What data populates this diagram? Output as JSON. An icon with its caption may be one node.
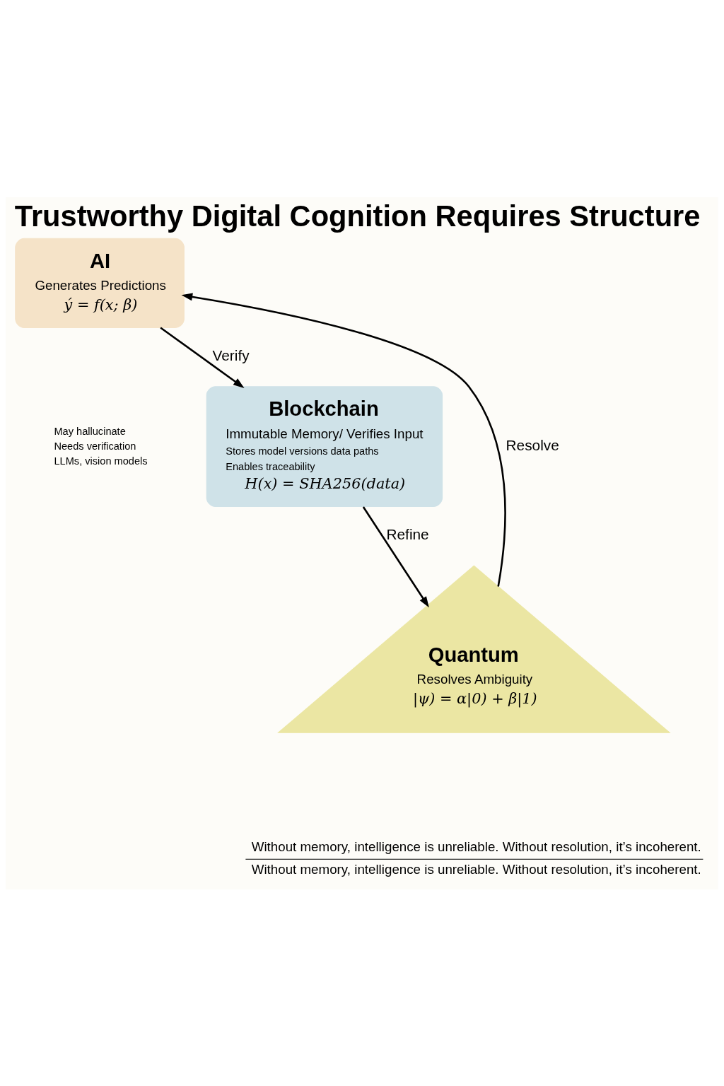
{
  "diagram": {
    "title": "Trustworthy Digital Cognition Requires Structure",
    "nodes": [
      {
        "text": [
          "AI",
          "Generates Predictions",
          "ý = f(x; β)"
        ],
        "beside": [
          "May hallucinate",
          "Needs verification",
          "LLMs, vision models"
        ]
      },
      {
        "text": [
          "Blockchain",
          "Immutable Memory/ Verifies Input",
          "Stores model versions data paths",
          "Enables traceability",
          "H(x) = SHA256(data)"
        ]
      },
      {
        "text": [
          "Quantum",
          "Resolves Ambiguity",
          "|ψ) = α|0) + β|1)"
        ]
      }
    ],
    "edges": [
      {
        "from": 0,
        "to": 1,
        "arrow": "to",
        "label": "Verify"
      },
      {
        "from": 1,
        "to": 2,
        "arrow": "to",
        "label": "Refine"
      },
      {
        "from": 2,
        "to": 0,
        "arrow": "to",
        "label": "Resolve"
      }
    ],
    "labels": [
      "Without memory, intelligence is unreliable. Without resolution, it’s incoherent.",
      "Without memory, intelligence is unreliable. Without resolution, it’s incoherent."
    ]
  }
}
